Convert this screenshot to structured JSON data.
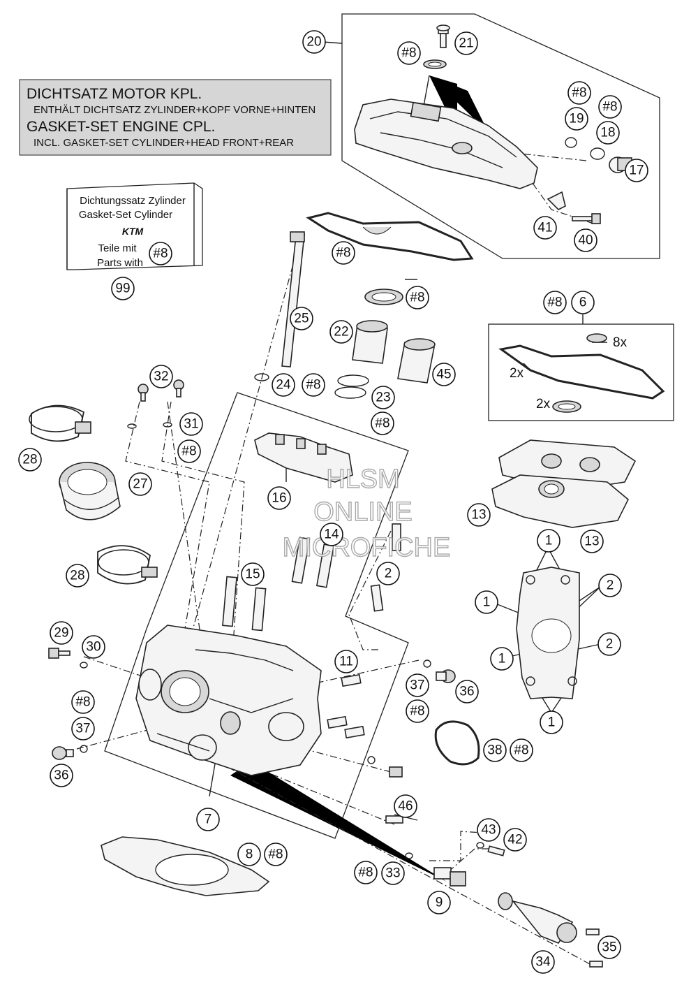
{
  "gasket_note": {
    "line1": "DICHTSATZ MOTOR KPL.",
    "line2": "ENTHÄLT DICHTSATZ ZYLINDER+KOPF VORNE+HINTEN",
    "line3": "GASKET-SET ENGINE CPL.",
    "line4": "INCL. GASKET-SET CYLINDER+HEAD FRONT+REAR"
  },
  "kit_box": {
    "line1": "Dichtungssatz Zylinder",
    "line2": "Gasket-Set Cylinder",
    "brand": "KTM",
    "line3": "Teile mit",
    "line4": "Parts with",
    "ref": "#8",
    "callout": "99"
  },
  "quantities": {
    "q1": "8x",
    "q2": "2x",
    "q3": "2x"
  },
  "watermark": {
    "line1": "HLSM",
    "line2": "ONLINE",
    "line3": "MICROFICHE"
  },
  "callouts": [
    "20",
    "21",
    "#8",
    "#8",
    "19",
    "#8",
    "18",
    "17",
    "41",
    "40",
    "#8",
    "25",
    "22",
    "#8",
    "45",
    "24",
    "#8",
    "23",
    "#8",
    "#8",
    "6",
    "32",
    "31",
    "#8",
    "28",
    "27",
    "16",
    "14",
    "13",
    "13",
    "28",
    "15",
    "2",
    "29",
    "30",
    "11",
    "37",
    "36",
    "#8",
    "#8",
    "37",
    "36",
    "38",
    "#8",
    "46",
    "7",
    "43",
    "42",
    "8",
    "#8",
    "#8",
    "33",
    "9",
    "35",
    "34",
    "1",
    "2",
    "1",
    "2",
    "1",
    "1"
  ]
}
